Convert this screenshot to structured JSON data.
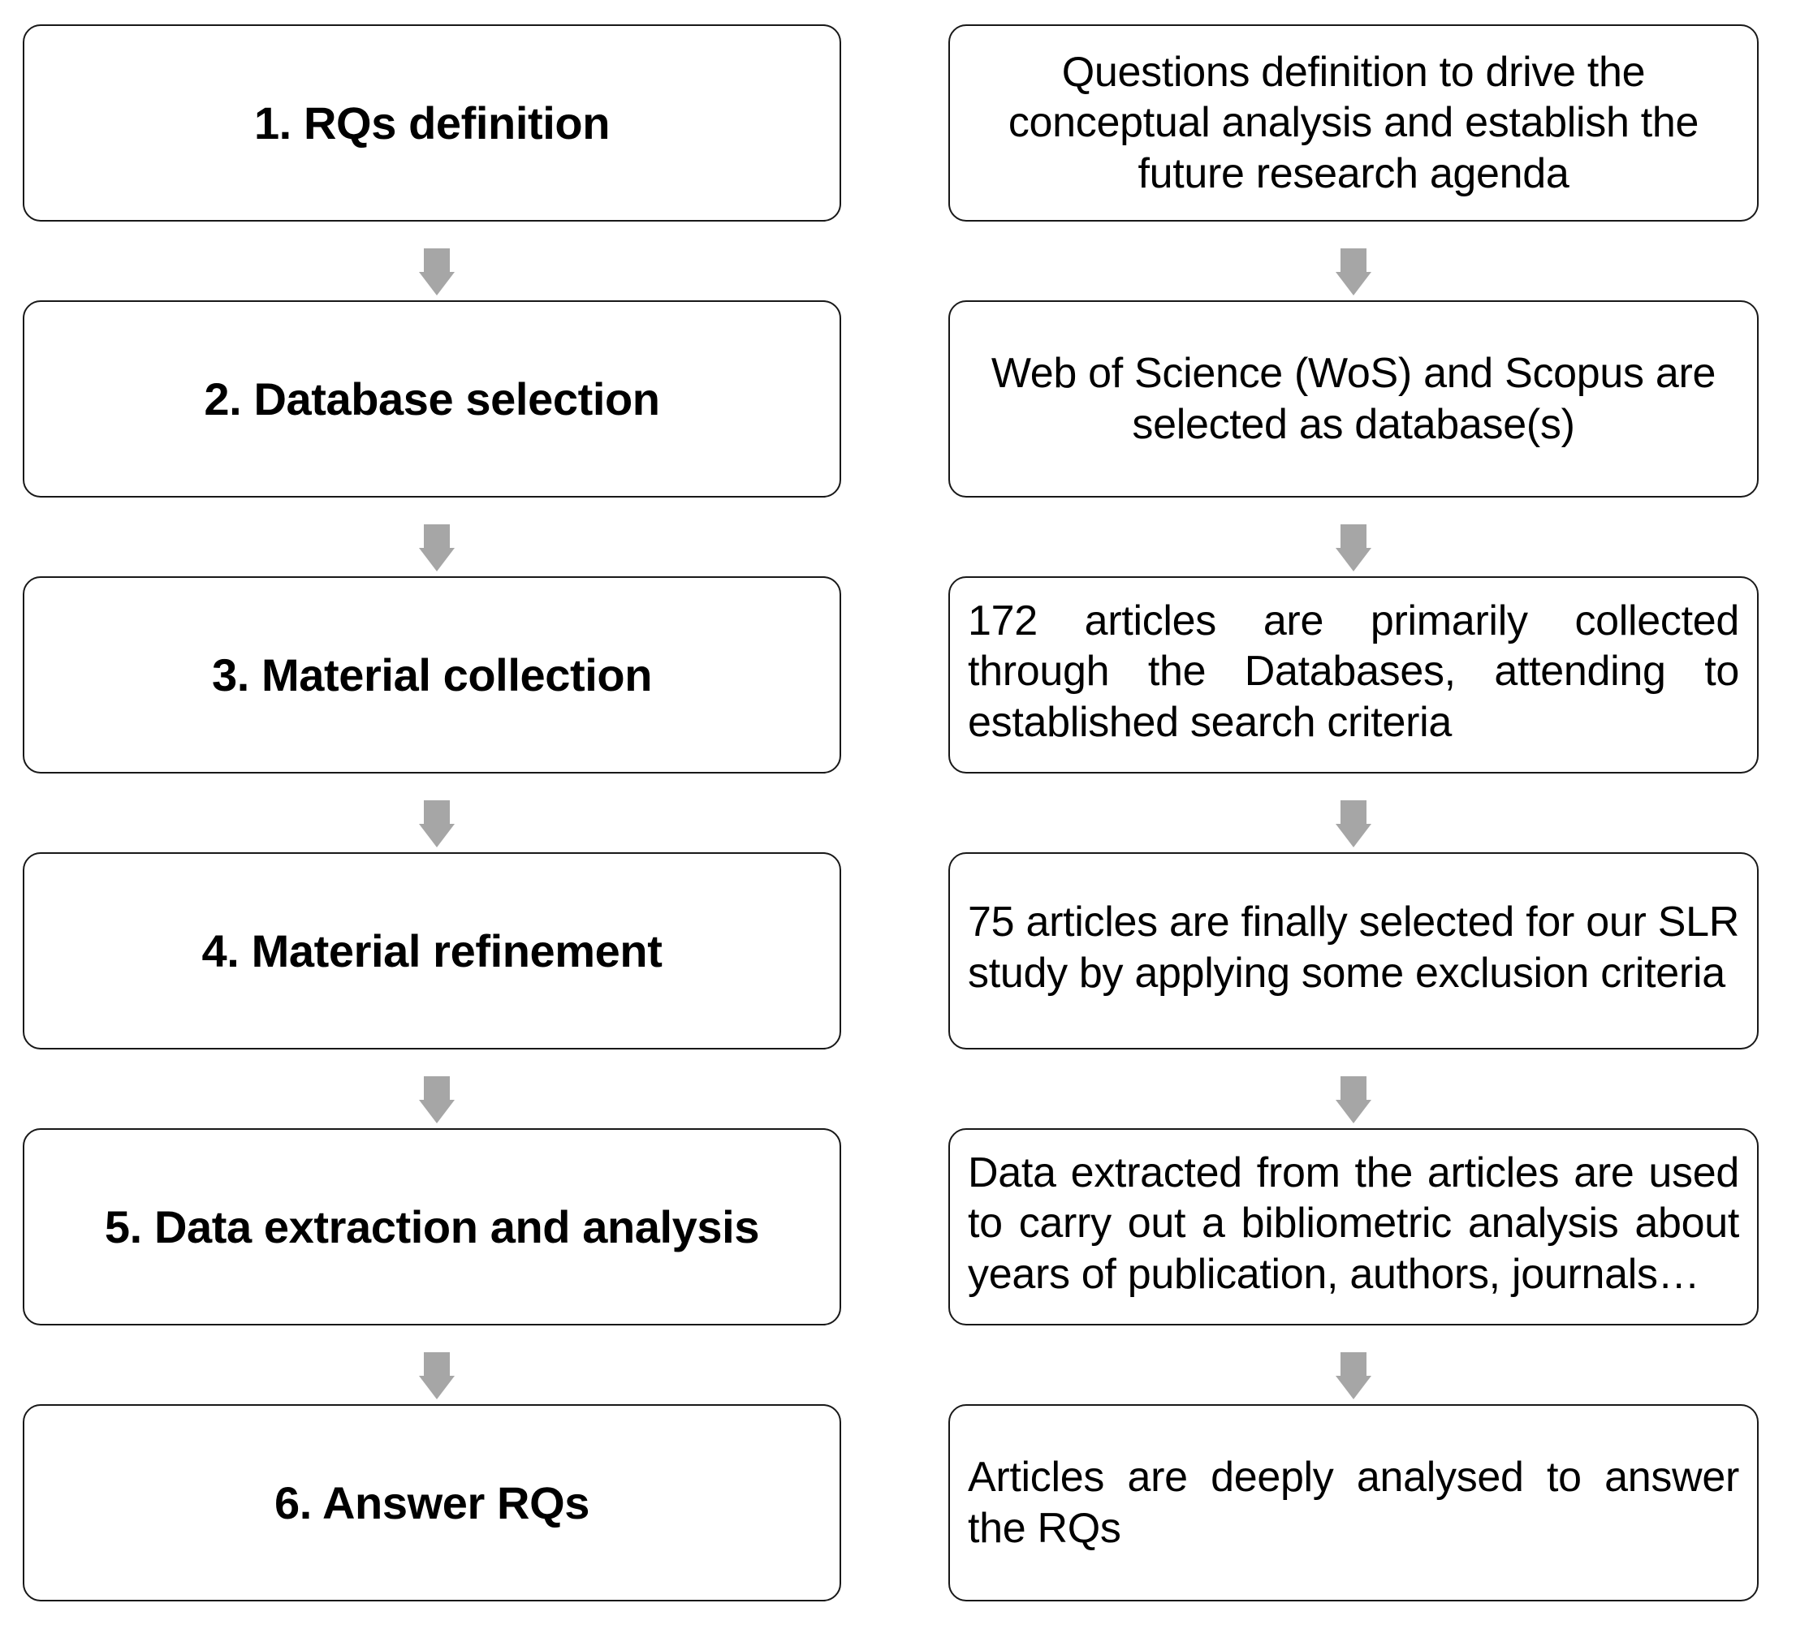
{
  "diagram": {
    "title": "Systematic Literature Review methodology flowchart",
    "arrow_color": "#a6a6a6",
    "border_color": "#181818",
    "background_color": "#ffffff",
    "arrow_icon_name": "down-arrow-icon",
    "steps": [
      {
        "step_label": "1. RQs definition",
        "description": "Questions definition to drive the conceptual analysis and establish the future research agenda",
        "description_align": "center"
      },
      {
        "step_label": "2. Database selection",
        "description": "Web of Science (WoS) and Scopus are selected as database(s)",
        "description_align": "center"
      },
      {
        "step_label": "3. Material collection",
        "description": "172 articles are primarily collected through the Databases, attending to established search criteria",
        "description_align": "justify"
      },
      {
        "step_label": "4. Material refinement",
        "description": "75 articles are finally selected for our SLR study by applying some exclusion criteria",
        "description_align": "justify"
      },
      {
        "step_label": "5. Data extraction  and analysis",
        "description": "Data extracted from the articles are used to carry out a bibliometric analysis about years of publication, authors, journals…",
        "description_align": "justify"
      },
      {
        "step_label": "6. Answer RQs",
        "description": "Articles are deeply analysed to answer the RQs",
        "description_align": "justify"
      }
    ]
  }
}
